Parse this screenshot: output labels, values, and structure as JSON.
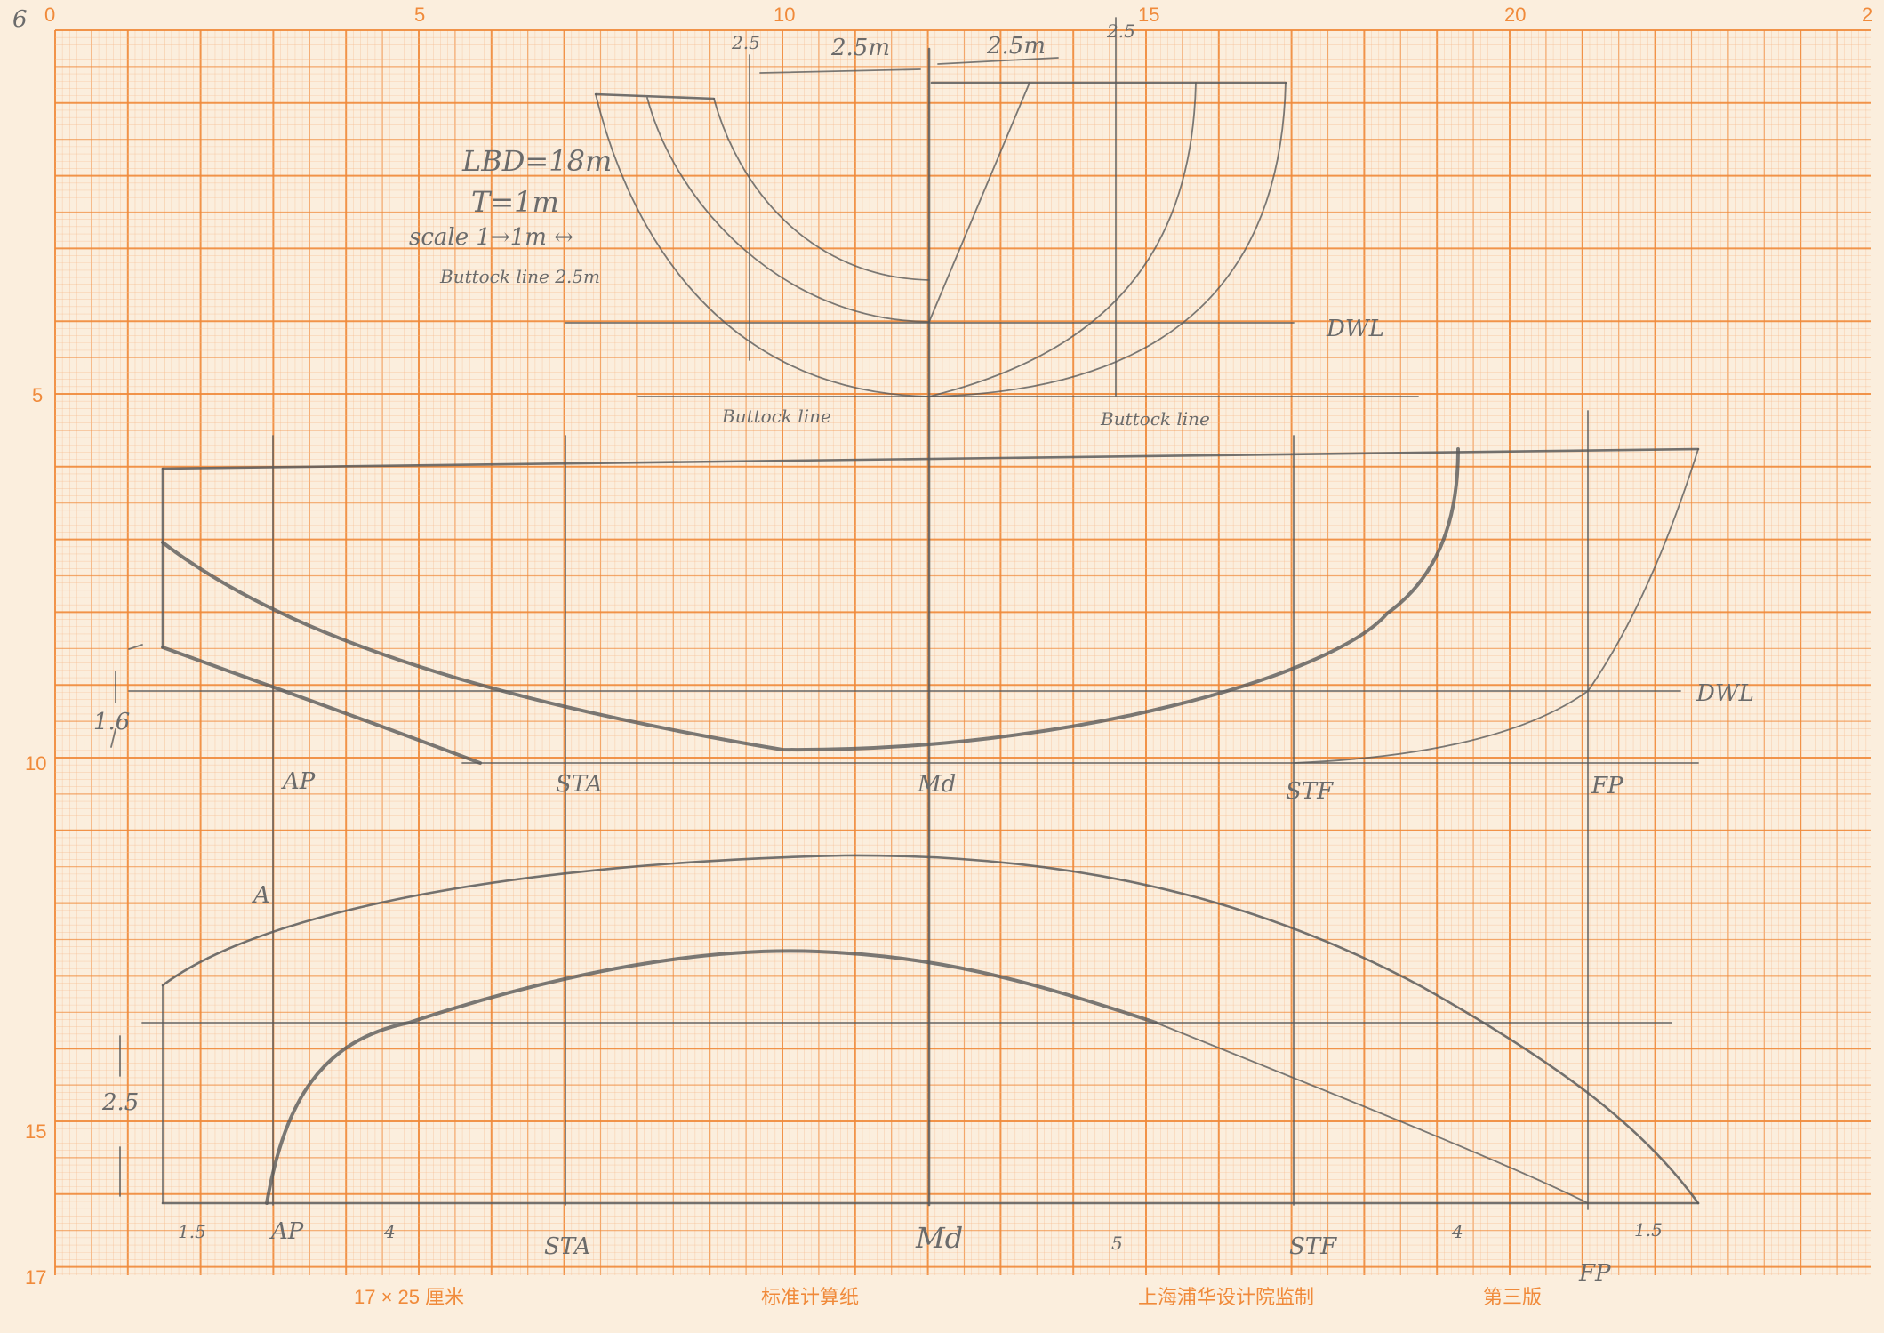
{
  "paper": {
    "x_scale": [
      "0",
      "5",
      "10",
      "15",
      "20",
      "2"
    ],
    "y_scale": [
      "5",
      "10",
      "15",
      "17"
    ],
    "corner_mark": "6",
    "footer": {
      "size": "17 × 25 厘米",
      "name": "标准计算纸",
      "publisher": "上海浦华设计院监制",
      "edition": "第三版"
    },
    "colors": {
      "grid_major": "#f08a3a",
      "grid_minor": "#f6b98a",
      "paper": "#fbeedd",
      "pencil": "#5a5a5a"
    }
  },
  "notes": {
    "lbd": "LBD=18m",
    "draft": "T=1m",
    "scale": "scale 1→1m ↔",
    "buttock": "Buttock line 2.5m"
  },
  "body_plan": {
    "spacing_left_top": "2.5",
    "spacing_left": "2.5m",
    "spacing_right": "2.5m",
    "spacing_right_top": "2.5",
    "dwl": "DWL",
    "buttock_left": "Buttock line",
    "buttock_right": "Buttock line"
  },
  "profile": {
    "dwl": "DWL",
    "height_dim": "1.6",
    "stations": {
      "ap": "AP",
      "sta": "STA",
      "md": "Md",
      "stf": "STF",
      "fp": "FP"
    }
  },
  "half_breadth": {
    "breadth_dim": "2.5",
    "curve_label": "A",
    "stations": {
      "sta_1_5": "1.5",
      "ap": "AP",
      "s4": "4",
      "sta": "STA",
      "md": "Md",
      "s5": "5",
      "stf": "STF",
      "s4b": "4",
      "s1_5b": "1.5",
      "fp": "FP"
    }
  }
}
